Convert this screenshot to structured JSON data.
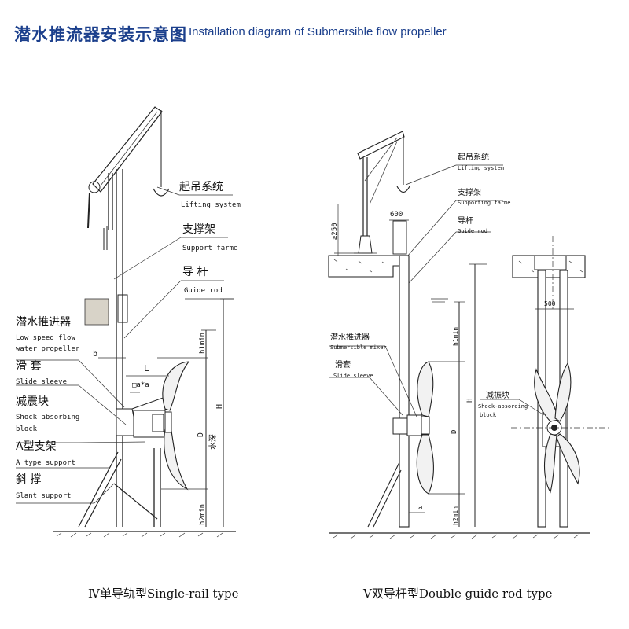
{
  "header": {
    "title_cn": "潜水推流器安装示意图",
    "title_en": "Installation diagram of Submersible flow propeller"
  },
  "left_diagram": {
    "labels": [
      {
        "cn": "起吊系统",
        "en": "Lifting system"
      },
      {
        "cn": "支撑架",
        "en": "Support farme"
      },
      {
        "cn": "导 杆",
        "en": "Guide rod"
      },
      {
        "cn": "潜水推进器",
        "en": "Low speed flow",
        "en2": "water propeller"
      },
      {
        "cn": "滑 套",
        "en": "Slide sleeve"
      },
      {
        "cn": "减震块",
        "en": "Shock absorbing",
        "en2": "block"
      },
      {
        "cn": "A型支架",
        "en": "A type support"
      },
      {
        "cn": "斜 撑",
        "en": "Slant support"
      }
    ],
    "dims": {
      "b": "b",
      "L": "L",
      "a": "□a*a",
      "h1": "h1min",
      "h2": "h2min",
      "D": "D",
      "depth": "水深",
      "H": "H"
    },
    "caption": "Ⅳ单导轨型Single-rail type"
  },
  "right_diagram": {
    "labels": [
      {
        "cn": "起吊系统",
        "en": "Lifting system"
      },
      {
        "cn": "支撑架",
        "en": "Supporting farme"
      },
      {
        "cn": "导杆",
        "en": "Guide rod"
      },
      {
        "cn": "潜水推进器",
        "en": "Submersible mixer"
      },
      {
        "cn": "滑套",
        "en": "Slide sleeve"
      },
      {
        "cn": "减振块",
        "en": "Shock-absording",
        "en2": "block"
      }
    ],
    "dims": {
      "d250": "≥250",
      "d600": "600",
      "d500": "500",
      "h1": "h1min",
      "h2": "h2min",
      "D": "D",
      "H": "H",
      "a": "a"
    },
    "caption": "Ⅴ双导杆型Double guide rod type"
  }
}
